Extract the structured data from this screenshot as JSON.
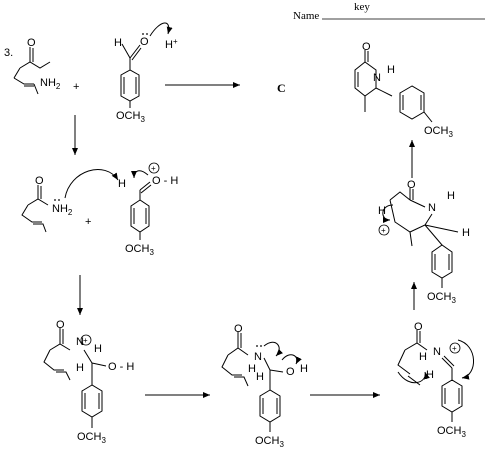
{
  "header": {
    "key_label": "key",
    "name_label": "Name",
    "problem_number": "3."
  },
  "labels": {
    "nh2": "NH",
    "nh2_sub": "2",
    "n": "N",
    "nh": "N",
    "h": "H",
    "o": "O",
    "o_h": "O - H",
    "oh": "O",
    "och3": "OCH",
    "och3_sub": "3",
    "hplus": "H",
    "hplus_sup": "+",
    "plus": "+",
    "plus_charge": "+",
    "answer_c": "C"
  }
}
